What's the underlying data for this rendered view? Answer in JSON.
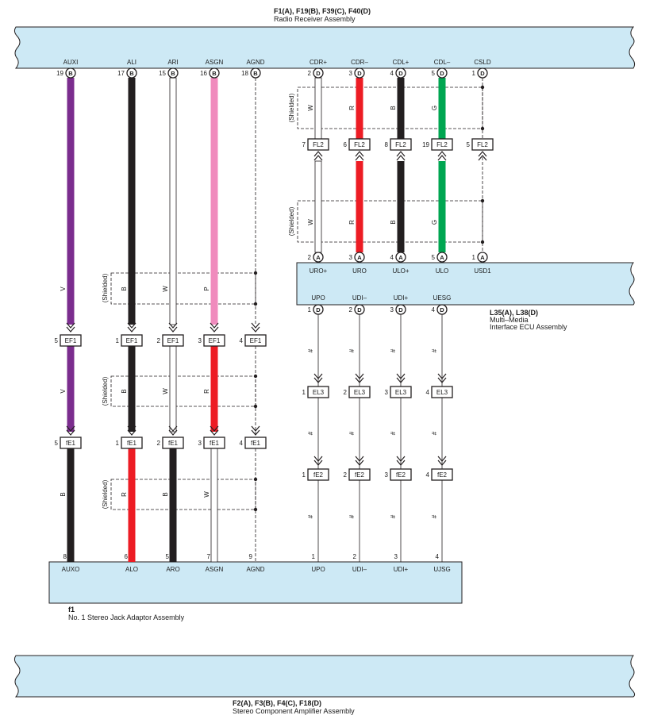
{
  "colors": {
    "unit_fill": "#cde9f5",
    "violet": "#7b2d8e",
    "black": "#231f20",
    "pink": "#f08bbd",
    "red": "#ed1c24",
    "green": "#00a651",
    "white": "#ffffff",
    "line": "#231f20"
  },
  "units": {
    "radio": {
      "code": "F1(A), F19(B), F39(C), F40(D)",
      "name": "Radio Receiver Assembly"
    },
    "mmi": {
      "code": "L35(A), L38(D)",
      "name1": "Multi–Media",
      "name2": "Interface ECU Assembly"
    },
    "jack": {
      "code": "f1",
      "name": "No. 1 Stereo Jack Adaptor Assembly"
    },
    "amp": {
      "code": "F2(A), F3(B), F4(C), F18(D)",
      "name": "Stereo Component Amplifier Assembly"
    }
  },
  "radio_pins": [
    {
      "label": "AUXI",
      "pin": "19",
      "conn": "B"
    },
    {
      "label": "ALI",
      "pin": "17",
      "conn": "B"
    },
    {
      "label": "ARI",
      "pin": "15",
      "conn": "B"
    },
    {
      "label": "ASGN",
      "pin": "16",
      "conn": "B"
    },
    {
      "label": "AGND",
      "pin": "18",
      "conn": "B"
    },
    {
      "label": "CDR+",
      "pin": "2",
      "conn": "D"
    },
    {
      "label": "CDR–",
      "pin": "3",
      "conn": "D"
    },
    {
      "label": "CDL+",
      "pin": "4",
      "conn": "D"
    },
    {
      "label": "CDL–",
      "pin": "5",
      "conn": "D"
    },
    {
      "label": "CSLD",
      "pin": "1",
      "conn": "D"
    }
  ],
  "fl2": {
    "code": "FL2",
    "pins": [
      "7",
      "6",
      "8",
      "19",
      "5"
    ]
  },
  "mmi_top_pins": [
    {
      "label": "URO+",
      "pin": "2",
      "conn": "A"
    },
    {
      "label": "URO",
      "pin": "3",
      "conn": "A"
    },
    {
      "label": "ULO+",
      "pin": "4",
      "conn": "A"
    },
    {
      "label": "ULO",
      "pin": "5",
      "conn": "A"
    },
    {
      "label": "USD1",
      "pin": "1",
      "conn": "A"
    }
  ],
  "mmi_bottom_pins": [
    {
      "label": "UPO",
      "pin": "1",
      "conn": "D"
    },
    {
      "label": "UDI–",
      "pin": "2",
      "conn": "D"
    },
    {
      "label": "UDI+",
      "pin": "3",
      "conn": "D"
    },
    {
      "label": "UESG",
      "pin": "4",
      "conn": "D"
    }
  ],
  "ef1": {
    "code": "EF1",
    "pins": [
      "5",
      "1",
      "2",
      "3",
      "4"
    ]
  },
  "fe1": {
    "code": "fE1",
    "pins": [
      "5",
      "1",
      "2",
      "3",
      "4"
    ]
  },
  "el3": {
    "code": "EL3",
    "pins": [
      "1",
      "2",
      "3",
      "4"
    ]
  },
  "fe2": {
    "code": "fE2",
    "pins": [
      "1",
      "2",
      "3",
      "4"
    ]
  },
  "jack_pins": [
    {
      "label": "AUXO",
      "pin": "8"
    },
    {
      "label": "ALO",
      "pin": "6"
    },
    {
      "label": "ARO",
      "pin": "5"
    },
    {
      "label": "ASGN",
      "pin": "7"
    },
    {
      "label": "AGND",
      "pin": "9"
    },
    {
      "label": "UPO",
      "pin": "1"
    },
    {
      "label": "UDI–",
      "pin": "2"
    },
    {
      "label": "UDI+",
      "pin": "3"
    },
    {
      "label": "UJSG",
      "pin": "4"
    }
  ],
  "wire_colors": {
    "radio_to_ef1": [
      "V",
      "B",
      "W",
      "P"
    ],
    "ef1_to_fe1": [
      "V",
      "B",
      "W",
      "R"
    ],
    "fe1_to_jack": [
      "B",
      "R",
      "B",
      "W"
    ],
    "radio_to_fl2": [
      "W",
      "R",
      "B",
      "G"
    ],
    "fl2_to_mmi": [
      "W",
      "R",
      "B",
      "G"
    ]
  },
  "shielded_label": "(Shielded)",
  "hash_mark": "#"
}
